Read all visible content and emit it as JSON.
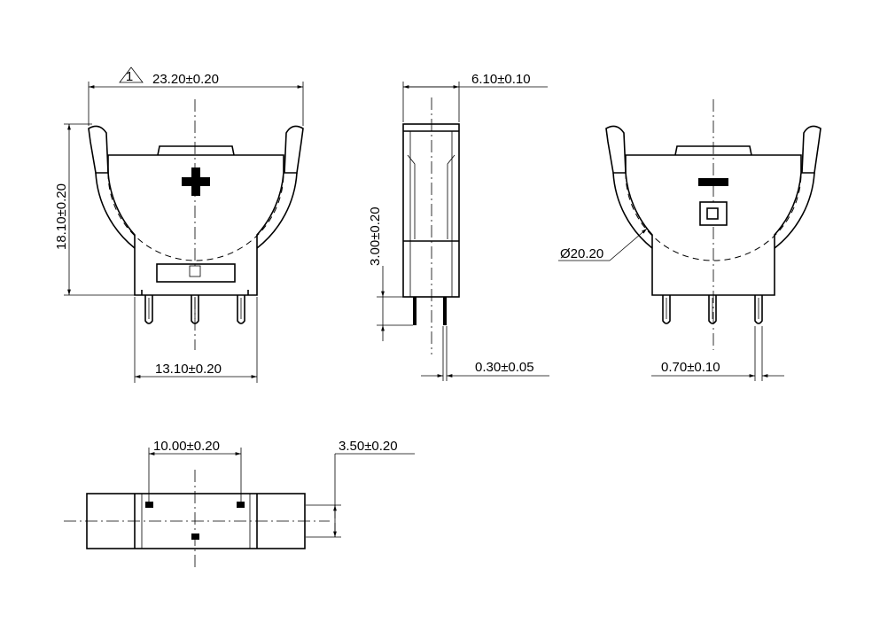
{
  "dimensions": {
    "width_total": "23.20±0.20",
    "height_total": "18.10±0.20",
    "pin_span": "13.10±0.20",
    "depth": "6.10±0.10",
    "standoff": "3.00±0.20",
    "pin_thickness": "0.30±0.05",
    "diameter": "Ø20.20",
    "pin_width": "0.70±0.10",
    "footprint_pitch": "10.00±0.20",
    "footprint_offset": "3.50±0.20"
  },
  "revision_marker": "1"
}
